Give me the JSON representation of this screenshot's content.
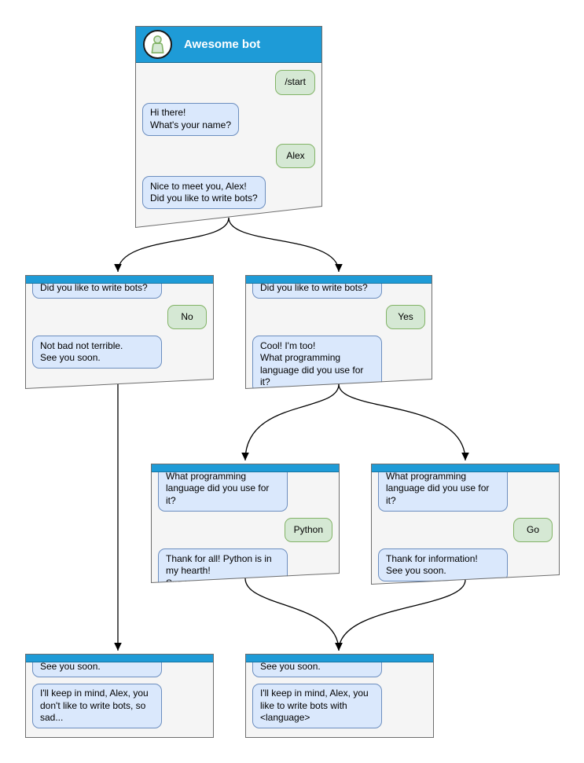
{
  "colors": {
    "header_blue": "#1E9BD7",
    "window_background": "#F5F5F5",
    "window_border": "#6e6e6e",
    "bot_bubble_fill": "#DAE8FC",
    "bot_bubble_border": "#6C8EBF",
    "user_bubble_fill": "#D5E8D4",
    "user_bubble_border": "#82B366",
    "title_text": "#FFFFFF",
    "arrow": "#000000"
  },
  "icons": [
    {
      "name": "bot-avatar-person-icon",
      "meaning": "person silhouette inside white circle"
    }
  ],
  "windows": [
    {
      "id": "start",
      "title": "Awesome bot",
      "messages": [
        {
          "from": "user",
          "text": "/start"
        },
        {
          "from": "bot",
          "text": "Hi there!\nWhat's your name?"
        },
        {
          "from": "user",
          "text": "Alex"
        },
        {
          "from": "bot",
          "text": "Nice to meet you, Alex!\nDid you like to write bots?"
        }
      ]
    },
    {
      "id": "branch-no",
      "messages": [
        {
          "from": "bot",
          "text": "Did you like to write bots?"
        },
        {
          "from": "user",
          "text": "No"
        },
        {
          "from": "bot",
          "text": "Not bad not terrible.\nSee you soon."
        }
      ]
    },
    {
      "id": "branch-yes",
      "messages": [
        {
          "from": "bot",
          "text": "Did you like to write bots?"
        },
        {
          "from": "user",
          "text": "Yes"
        },
        {
          "from": "bot",
          "text": "Cool! I'm too!\nWhat programming\nlanguage did you use for it?"
        }
      ]
    },
    {
      "id": "branch-python",
      "messages": [
        {
          "from": "bot",
          "text": "What programming\nlanguage did you use for it?"
        },
        {
          "from": "user",
          "text": "Python"
        },
        {
          "from": "bot",
          "text": "Thank for all! Python is in\nmy hearth!\nSee you soon."
        }
      ]
    },
    {
      "id": "branch-go",
      "messages": [
        {
          "from": "bot",
          "text": "What programming\nlanguage did you use for it?"
        },
        {
          "from": "user",
          "text": "Go"
        },
        {
          "from": "bot",
          "text": "Thank for information!\nSee you soon."
        }
      ]
    },
    {
      "id": "end-no",
      "messages": [
        {
          "from": "bot",
          "text": "See you soon."
        },
        {
          "from": "bot",
          "text": "I'll keep in mind, Alex, you\ndon't like to write bots, so\nsad..."
        }
      ]
    },
    {
      "id": "end-yes",
      "messages": [
        {
          "from": "bot",
          "text": "See you soon."
        },
        {
          "from": "bot",
          "text": "I'll keep in mind, Alex, you\nlike to write bots with\n<language>"
        }
      ]
    }
  ],
  "connections": [
    {
      "from": "start",
      "to": "branch-no"
    },
    {
      "from": "start",
      "to": "branch-yes"
    },
    {
      "from": "branch-no",
      "to": "end-no"
    },
    {
      "from": "branch-yes",
      "to": "branch-python"
    },
    {
      "from": "branch-yes",
      "to": "branch-go"
    },
    {
      "from": "branch-python",
      "to": "end-yes"
    },
    {
      "from": "branch-go",
      "to": "end-yes"
    }
  ]
}
